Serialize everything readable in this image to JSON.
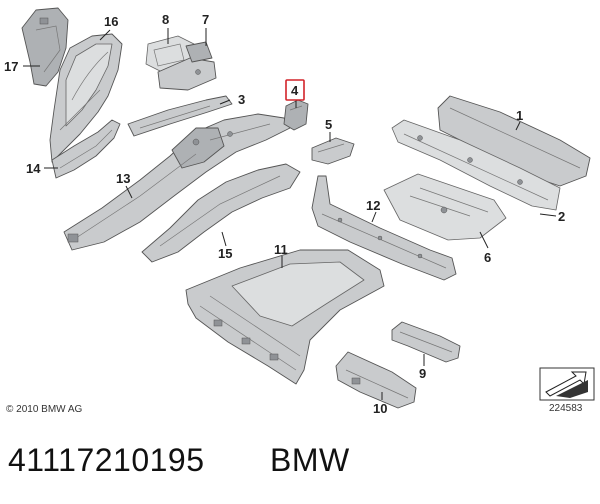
{
  "labels": {
    "l1": "1",
    "l2": "2",
    "l3": "3",
    "l4": "4",
    "l5": "5",
    "l6": "6",
    "l7": "7",
    "l8": "8",
    "l9": "9",
    "l10": "10",
    "l11": "11",
    "l12": "12",
    "l13": "13",
    "l14": "14",
    "l15": "15",
    "l16": "16",
    "l17": "17"
  },
  "highlighted_label": "4",
  "highlight_color": "#d2232a",
  "copyright": "© 2010 BMW AG",
  "drawing_number": "224583",
  "part_number": "41117210195",
  "brand": "BMW",
  "direction_icon": "arrow-direction-icon"
}
